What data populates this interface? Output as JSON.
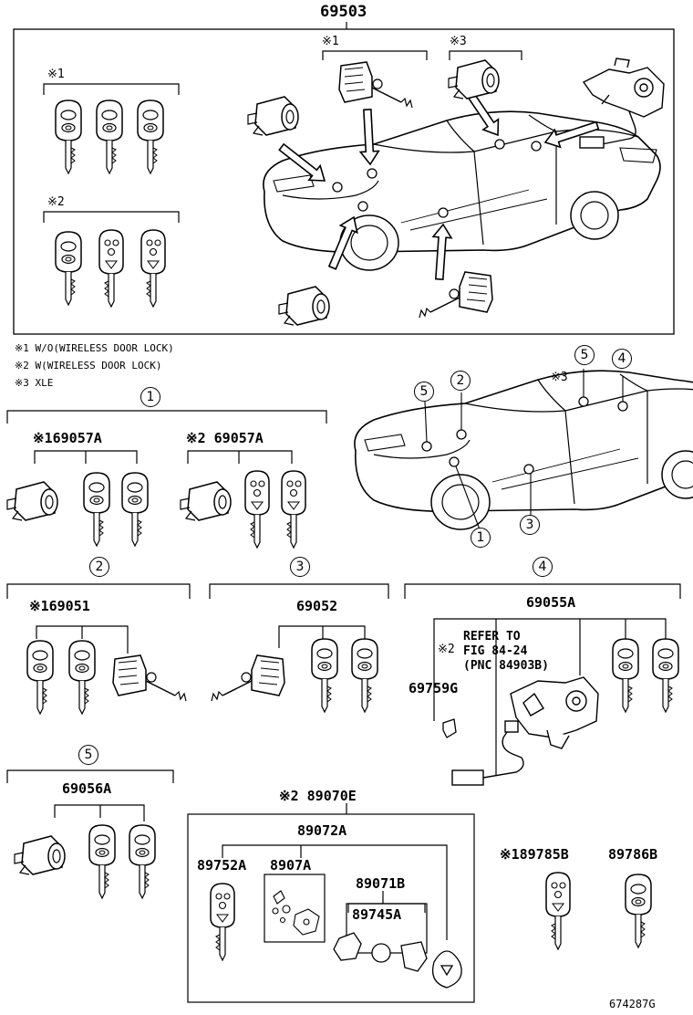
{
  "top_assembly": "69503",
  "notes": {
    "n1": "※1 W/O(WIRELESS DOOR LOCK)",
    "n2": "※2 W(WIRELESS DOOR LOCK)",
    "n3": "※3 XLE"
  },
  "marks": {
    "m1": "※1",
    "m2": "※2",
    "m3": "※3"
  },
  "circle_numbers": [
    "1",
    "2",
    "3",
    "4",
    "5"
  ],
  "groups": {
    "g1": {
      "index": "1",
      "left_part": "※169057A",
      "right_part": "※2 69057A"
    },
    "g2": {
      "index": "2",
      "part": "※169051"
    },
    "g3": {
      "index": "3",
      "part": "69052"
    },
    "g4": {
      "index": "4",
      "part": "69055A",
      "sub_part": "69759G",
      "mark": "※2",
      "refer_1": "REFER TO",
      "refer_2": "FIG 84-24",
      "refer_3": "(PNC 84903B)"
    },
    "g5": {
      "index": "5",
      "part": "69056A"
    },
    "g6": {
      "part": "※2 89070E",
      "sub": "89072A",
      "p1": "89752A",
      "p2": "8907A",
      "p3": "89071B",
      "p4": "89745A"
    }
  },
  "loose_parts": {
    "left": "※189785B",
    "right": "89786B"
  },
  "diagram_id": "674287G"
}
